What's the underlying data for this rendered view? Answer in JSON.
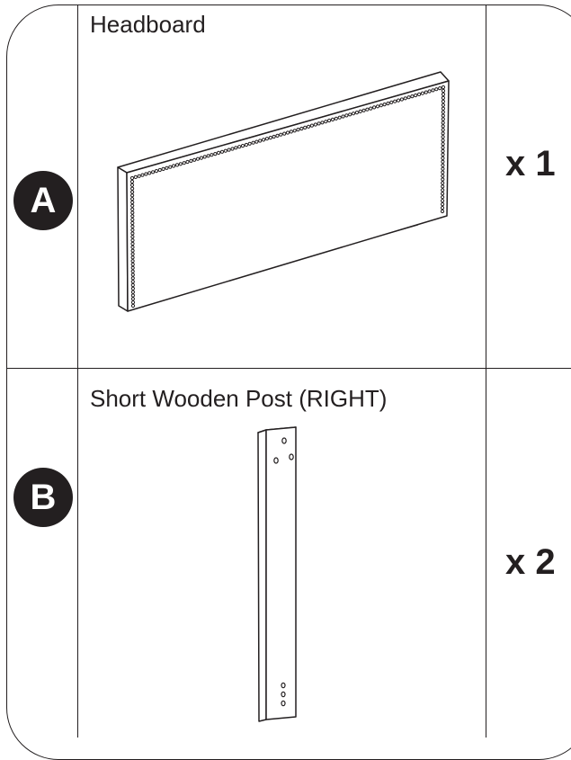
{
  "parts": [
    {
      "letter": "A",
      "name": "Headboard",
      "quantity": "x 1",
      "illustration": "headboard-drawing"
    },
    {
      "letter": "B",
      "name": "Short Wooden Post (RIGHT)",
      "quantity": "x 2",
      "illustration": "wooden-post-drawing"
    }
  ],
  "colors": {
    "ink": "#231f20",
    "background": "#ffffff"
  }
}
